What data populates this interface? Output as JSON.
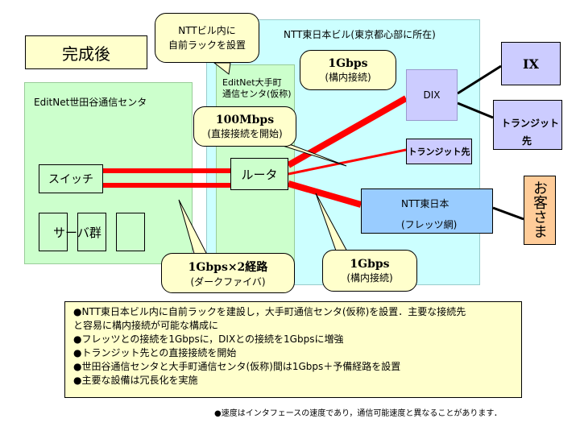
{
  "title": "完成後",
  "setagaya": {
    "label": "EditNet世田谷通信センタ",
    "switch": "スイッチ",
    "servers": "サーバ群"
  },
  "ntt_building": {
    "label": "NTT東日本ビル(東京都心部に所在)",
    "otemachi": [
      "EditNet大手町",
      "通信センタ(仮称)"
    ],
    "router": "ルータ",
    "dix": "DIX",
    "transit_inner": "トランジット先",
    "flets": [
      "NTT東日本",
      "(フレッツ網)"
    ]
  },
  "external": {
    "ix": "IX",
    "transit": [
      "トランジット",
      "先"
    ],
    "customer": "お客さま"
  },
  "callouts": {
    "rack": [
      "NTTビル内に",
      "自前ラックを設置"
    ],
    "dix_link": {
      "speed": "1Gbps",
      "desc": "(構内接続)"
    },
    "direct": {
      "speed": "100Mbps",
      "desc": "(直接接続を開始)"
    },
    "dark_fiber": {
      "speed": "1Gbps×2経路",
      "desc": "(ダークファイバ)"
    },
    "flets_link": {
      "speed": "1Gbps",
      "desc": "(構内接続)"
    }
  },
  "notes": [
    "●NTT東日本ビル内に自前ラックを建設し，大手町通信センタ(仮称)を設置．主要な接続先",
    "と容易に構内接続が可能な構成に",
    "●フレッツとの接続を1Gbpsに，DIXとの接続を1Gbpsに増強",
    "●トランジット先との直接接続を開始",
    "●世田谷通信センタと大手町通信センタ(仮称)間は1Gbps＋予備経路を設置",
    "●主要な設備は冗長化を実施"
  ],
  "footnote": "●速度はインタフェースの速度であり，通信可能速度と異なることがあります．",
  "colors": {
    "green_area": "#ccffcc",
    "cyan_area": "#ccffff",
    "lavender": "#ccccff",
    "blue": "#99ccff",
    "orange": "#ffcc99",
    "yellow": "#ffffcc",
    "title_yellow": "#ffffcc",
    "link_red": "#ff0000"
  }
}
